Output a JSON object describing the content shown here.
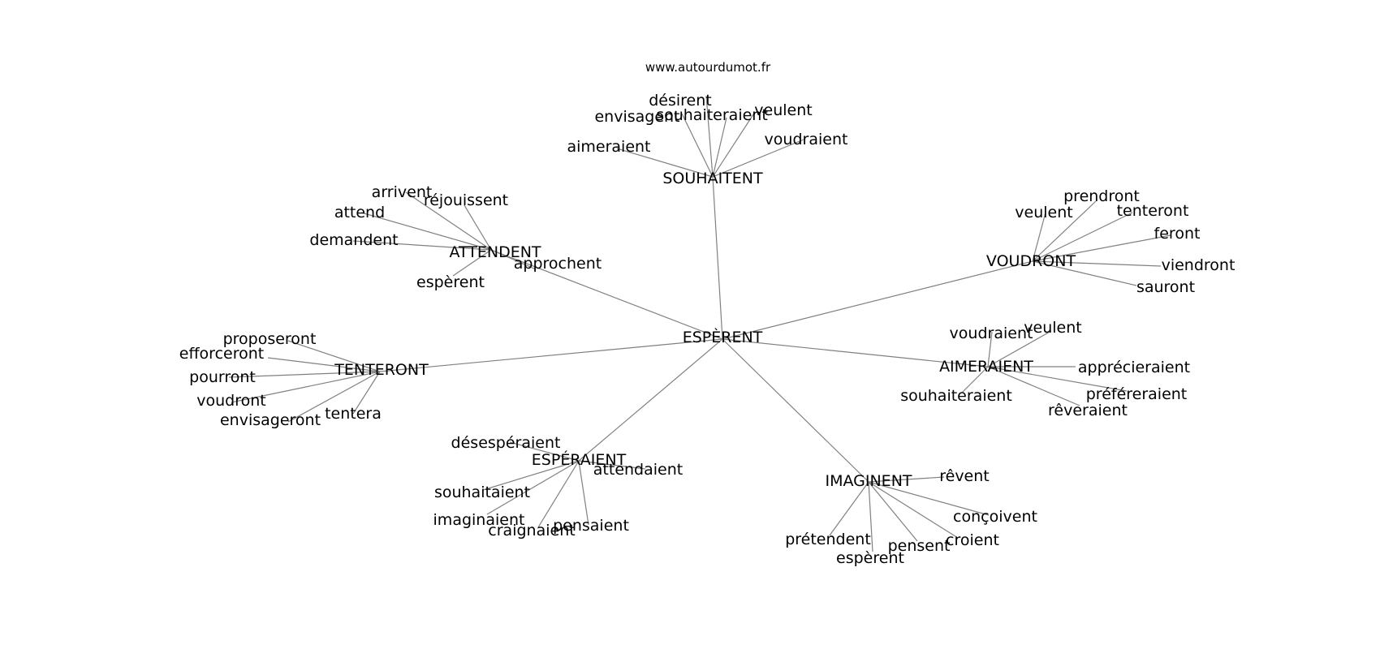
{
  "watermark": "www.autourdumot.fr",
  "colors": {
    "edge": "#808080",
    "text": "#000000",
    "background": "#ffffff"
  },
  "graph": {
    "center": "ESPÈRENT",
    "clusters": [
      {
        "label": "SOUHAITENT",
        "words": [
          "désirent",
          "envisagent",
          "souhaiteraient",
          "veulent",
          "voudraient",
          "aimeraient"
        ]
      },
      {
        "label": "ATTENDENT",
        "words": [
          "arrivent",
          "réjouissent",
          "attend",
          "demandent",
          "approchent",
          "espèrent"
        ]
      },
      {
        "label": "VOUDRONT",
        "words": [
          "prendront",
          "veulent",
          "tenteront",
          "feront",
          "viendront",
          "sauront"
        ]
      },
      {
        "label": "TENTERONT",
        "words": [
          "proposeront",
          "efforceront",
          "pourront",
          "voudront",
          "envisageront",
          "tentera"
        ]
      },
      {
        "label": "AIMERAIENT",
        "words": [
          "voudraient",
          "veulent",
          "apprécieraient",
          "souhaiteraient",
          "préféreraient",
          "rêveraient"
        ]
      },
      {
        "label": "ESPÉRAIENT",
        "words": [
          "désespéraient",
          "attendaient",
          "souhaitaient",
          "imaginaient",
          "craignaient",
          "pensaient"
        ]
      },
      {
        "label": "IMAGINENT",
        "words": [
          "rêvent",
          "conçoivent",
          "prétendent",
          "pensent",
          "croient",
          "espèrent"
        ]
      }
    ]
  }
}
